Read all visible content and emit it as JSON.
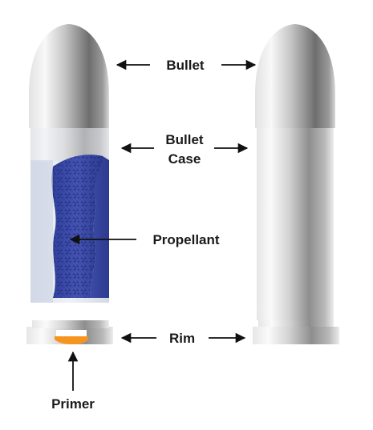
{
  "labels": {
    "bullet": "Bullet",
    "bullet_case_line1": "Bullet",
    "bullet_case_line2": "Case",
    "propellant": "Propellant",
    "rim": "Rim",
    "primer": "Primer"
  },
  "colors": {
    "metal_dark": "#6e6e6e",
    "metal_light": "#f4f4f4",
    "propellant_blue": "#3a49a6",
    "primer_orange": "#f7941d",
    "arrow": "#111111"
  }
}
